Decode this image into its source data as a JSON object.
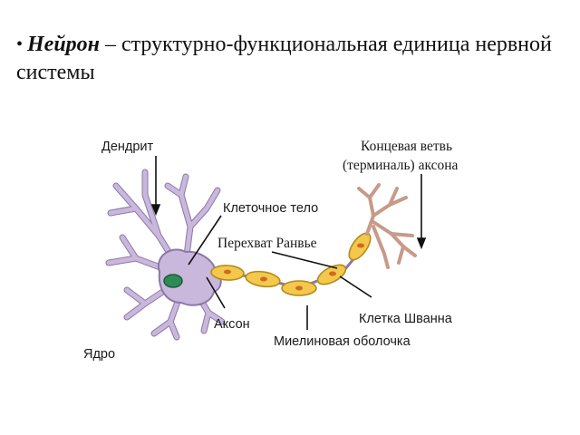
{
  "slide": {
    "bullet": "•",
    "term": "Нейрон",
    "definition": " – структурно-функциональная единица нервной системы"
  },
  "diagram": {
    "labels": {
      "dendrite": "Дендрит",
      "terminal_line1": "Концевая ветвь",
      "terminal_line2": "(терминаль) аксона",
      "cell_body": "Клеточное тело",
      "node_ranvier": "Перехват Ранвье",
      "axon": "Аксон",
      "schwann_cell": "Клетка Шванна",
      "myelin_sheath": "Миелиновая оболочка",
      "nucleus": "Ядро"
    },
    "colors": {
      "neuron": "#c9b8dc",
      "neuron_outline": "#8a78a8",
      "nucleus": "#2e8b57",
      "myelin": "#f2c94c",
      "myelin_outline": "#b58a1a",
      "schwann_nucleus": "#d2691e",
      "terminal": "#c79a8a"
    }
  }
}
